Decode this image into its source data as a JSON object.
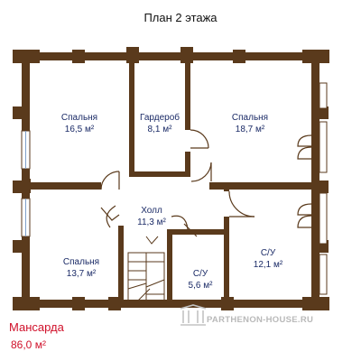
{
  "title": "План 2 этажа",
  "rooms": [
    {
      "name": "Спальня",
      "area": "16,5 м²"
    },
    {
      "name": "Гардероб",
      "area": "8,1 м²"
    },
    {
      "name": "Спальня",
      "area": "18,7 м²"
    },
    {
      "name": "Холл",
      "area": "11,3 м²"
    },
    {
      "name": "Спальня",
      "area": "13,7 м²"
    },
    {
      "name": "С/У",
      "area": "5,6 м²"
    },
    {
      "name": "С/У",
      "area": "12,1 м²"
    }
  ],
  "footer": {
    "label": "Мансарда",
    "area": "86,0 м²"
  },
  "watermark": "PARTHENON-HOUSE.RU",
  "colors": {
    "wall": "#5a3a1c",
    "room_text": "#1a2a66",
    "footer_text": "#d0102a",
    "watermark": "#b9b9b9"
  }
}
